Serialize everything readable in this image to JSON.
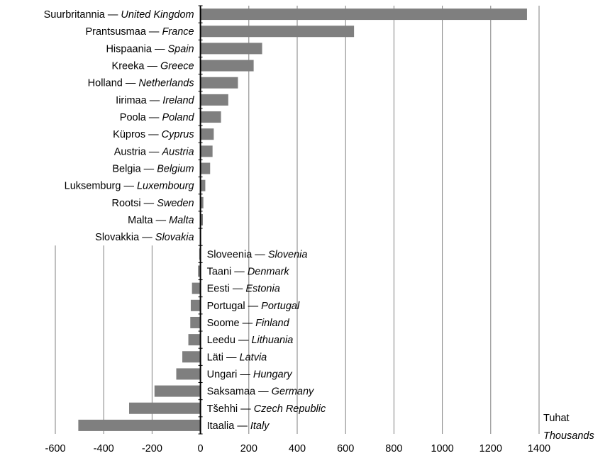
{
  "chart_data": {
    "type": "bar",
    "orientation": "horizontal",
    "categories": [
      {
        "et": "Suurbritannia",
        "en": "United Kingdom"
      },
      {
        "et": "Prantsusmaa",
        "en": "France"
      },
      {
        "et": "Hispaania",
        "en": "Spain"
      },
      {
        "et": "Kreeka",
        "en": "Greece"
      },
      {
        "et": "Holland",
        "en": "Netherlands"
      },
      {
        "et": "Iirimaa",
        "en": "Ireland"
      },
      {
        "et": "Poola",
        "en": "Poland"
      },
      {
        "et": "Küpros",
        "en": "Cyprus"
      },
      {
        "et": "Austria",
        "en": "Austria"
      },
      {
        "et": "Belgia",
        "en": "Belgium"
      },
      {
        "et": "Luksemburg",
        "en": "Luxembourg"
      },
      {
        "et": "Rootsi",
        "en": "Sweden"
      },
      {
        "et": "Malta",
        "en": "Malta"
      },
      {
        "et": "Slovakkia",
        "en": "Slovakia"
      },
      {
        "et": "Sloveenia",
        "en": "Slovenia"
      },
      {
        "et": "Taani",
        "en": "Denmark"
      },
      {
        "et": "Eesti",
        "en": "Estonia"
      },
      {
        "et": "Portugal",
        "en": "Portugal"
      },
      {
        "et": "Soome",
        "en": "Finland"
      },
      {
        "et": "Leedu",
        "en": "Lithuania"
      },
      {
        "et": "Läti",
        "en": "Latvia"
      },
      {
        "et": "Ungari",
        "en": "Hungary"
      },
      {
        "et": "Saksamaa",
        "en": "Germany"
      },
      {
        "et": "Tšehhi",
        "en": "Czech Republic"
      },
      {
        "et": "Itaalia",
        "en": "Italy"
      }
    ],
    "values": [
      1350,
      635,
      255,
      220,
      155,
      115,
      85,
      55,
      50,
      40,
      20,
      12,
      10,
      2,
      -5,
      -10,
      -35,
      -40,
      -42,
      -50,
      -75,
      -100,
      -190,
      -295,
      -505
    ],
    "xlim": [
      -600,
      1400
    ],
    "xticks": [
      -600,
      -400,
      -200,
      0,
      200,
      400,
      600,
      800,
      1000,
      1200,
      1400
    ],
    "grid": "vertical",
    "unit_label": {
      "et": "Tuhat",
      "en": "Thousands"
    },
    "separator": " — ",
    "colors": {
      "bar": "#7f7f7f",
      "grid": "#7f7f7f",
      "axis": "#000000"
    }
  }
}
